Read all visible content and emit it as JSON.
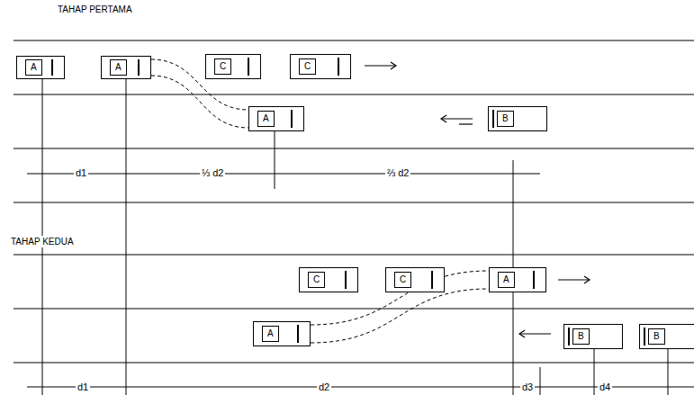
{
  "diagram": {
    "nodes": [
      {
        "text": [
          "A"
        ]
      },
      {
        "text": [
          "A"
        ]
      },
      {
        "text": [
          "C"
        ]
      },
      {
        "text": [
          "C"
        ]
      },
      {
        "text": [
          "A"
        ]
      },
      {
        "text": [
          "B"
        ]
      },
      {
        "text": [
          "C"
        ]
      },
      {
        "text": [
          "C"
        ]
      },
      {
        "text": [
          "A"
        ]
      },
      {
        "text": [
          "A"
        ]
      },
      {
        "text": [
          "B"
        ]
      },
      {
        "text": [
          "B"
        ]
      }
    ],
    "edges": [
      {
        "from": 1,
        "to": 4,
        "arrow": "none"
      },
      {
        "from": 9,
        "to": 8,
        "arrow": "none"
      }
    ],
    "labels": [
      "TAHAP PERTAMA",
      "d1",
      "⅓ d2",
      "⅔ d2",
      "TAHAP KEDUA",
      "d1",
      "d2",
      "d3",
      "d4"
    ]
  }
}
